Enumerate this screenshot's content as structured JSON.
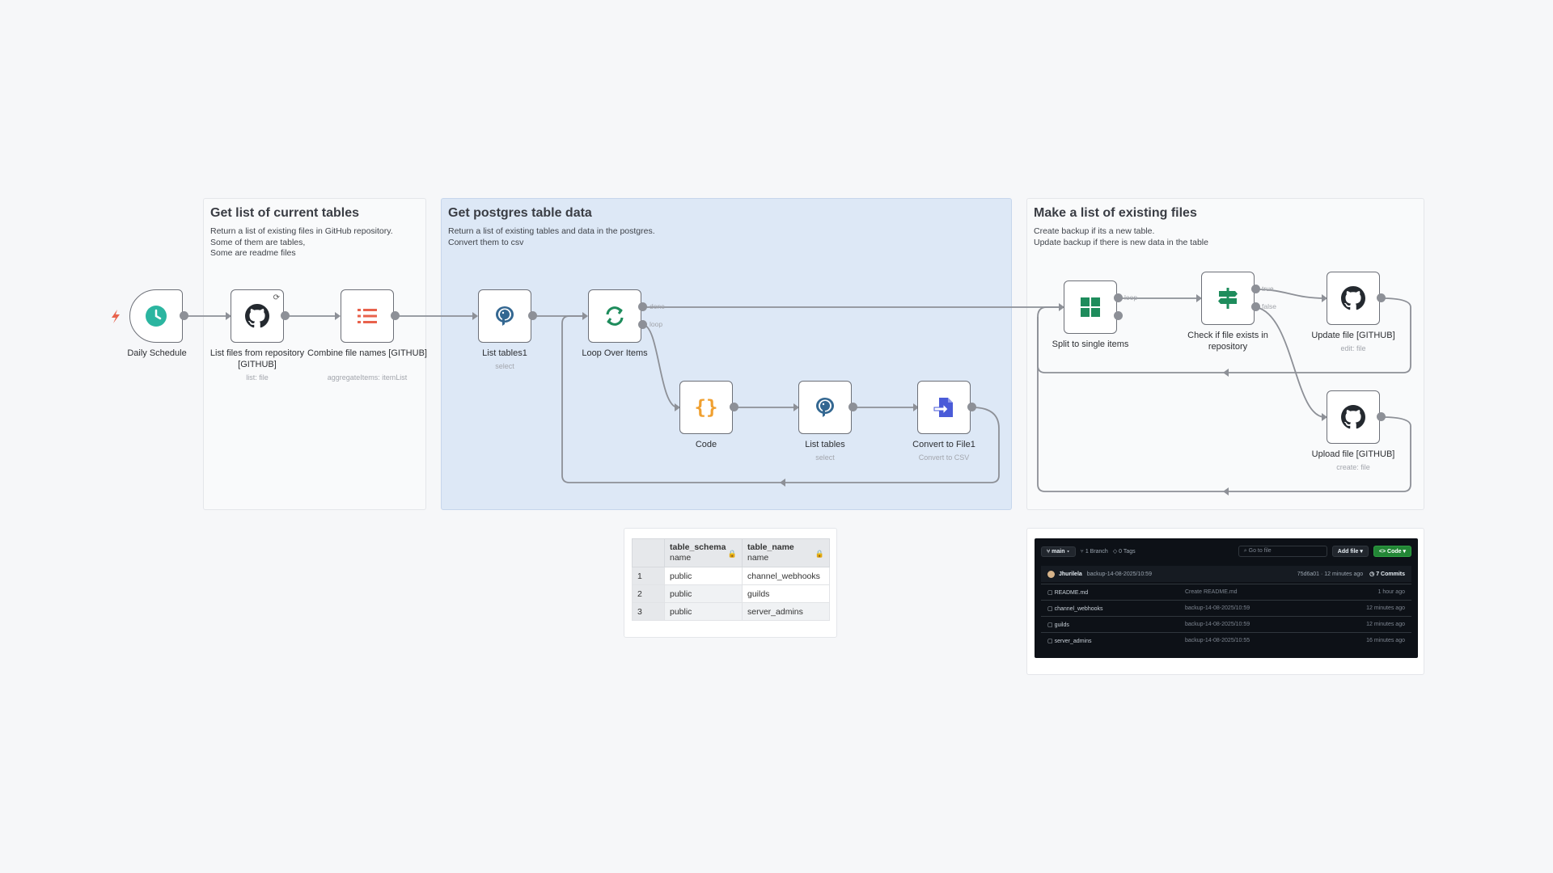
{
  "stickies": {
    "tables": {
      "title": "Get list of current tables",
      "lines": [
        "Return a list of existing files in GitHub repository.",
        "Some of them are tables,",
        "Some are readme files"
      ]
    },
    "postgres": {
      "title": "Get postgres table data",
      "lines": [
        "Return a list of existing tables and data in the postgres.",
        "Convert them to csv"
      ]
    },
    "files": {
      "title": "Make a list of existing files",
      "lines": [
        "Create backup if its a new table.",
        "Update backup if there is new data in the table"
      ]
    }
  },
  "nodes": {
    "daily": {
      "label": "Daily Schedule",
      "icon": "clock-icon",
      "color": "#2bb5a0"
    },
    "list_files": {
      "label": "List files from repository [GITHUB]",
      "sub": "list: file",
      "icon": "github-icon"
    },
    "combine": {
      "label": "Combine file names [GITHUB]",
      "sub": "aggregateItems: itemList",
      "icon": "list-icon",
      "color": "#e8624c"
    },
    "list_tables1": {
      "label": "List tables1",
      "sub": "select",
      "icon": "postgres-icon",
      "color": "#336791"
    },
    "loop": {
      "label": "Loop Over Items",
      "icon": "loop-icon",
      "color": "#1e8c5c"
    },
    "code": {
      "label": "Code",
      "icon": "code-icon",
      "color": "#f0a030"
    },
    "list_tables": {
      "label": "List tables",
      "sub": "select",
      "icon": "postgres-icon"
    },
    "convert": {
      "label": "Convert to File1",
      "sub": "Convert to CSV",
      "icon": "file-convert-icon",
      "color": "#4a5bd8"
    },
    "split": {
      "label": "Split to single items",
      "icon": "grid-icon",
      "color": "#1e8c5c"
    },
    "check": {
      "label": "Check if file exists in repository",
      "icon": "signpost-icon",
      "color": "#1e8c5c"
    },
    "update": {
      "label": "Update file [GITHUB]",
      "sub": "edit: file",
      "icon": "github-icon"
    },
    "upload": {
      "label": "Upload file [GITHUB]",
      "sub": "create: file",
      "icon": "github-icon"
    }
  },
  "edge_labels": {
    "done": "done",
    "loop": "loop",
    "split_loop": "loop",
    "true": "true",
    "false": "false"
  },
  "table": {
    "headers": [
      {
        "name": "table_schema",
        "type": "name"
      },
      {
        "name": "table_name",
        "type": "name"
      }
    ],
    "rows": [
      [
        "1",
        "public",
        "channel_webhooks"
      ],
      [
        "2",
        "public",
        "guilds"
      ],
      [
        "3",
        "public",
        "server_admins"
      ]
    ]
  },
  "github": {
    "branch": "main",
    "branches": "1 Branch",
    "tags": "0 Tags",
    "search": "Go to file",
    "add_file": "Add file",
    "code": "Code",
    "commit_user": "Jhurilela",
    "commit_msg": "backup-14-08-2025/10:59",
    "commit_meta": "75d6a01 · 12 minutes ago",
    "commits": "7 Commits",
    "files": [
      {
        "name": "README.md",
        "msg": "Create README.md",
        "time": "1 hour ago"
      },
      {
        "name": "channel_webhooks",
        "msg": "backup-14-08-2025/10:59",
        "time": "12 minutes ago"
      },
      {
        "name": "guilds",
        "msg": "backup-14-08-2025/10:59",
        "time": "12 minutes ago"
      },
      {
        "name": "server_admins",
        "msg": "backup-14-08-2025/10:55",
        "time": "16 minutes ago"
      }
    ]
  }
}
